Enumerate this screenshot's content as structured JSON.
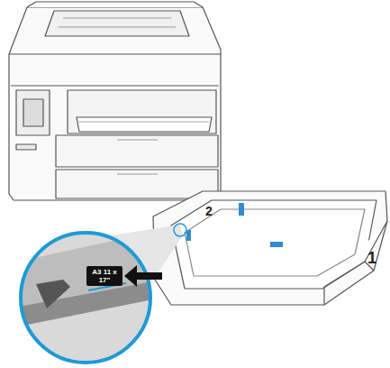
{
  "diagram": {
    "nodes": [
      {
        "text": [
          "A3 11 x 17\""
        ]
      }
    ],
    "labels": [
      "2",
      "1"
    ]
  }
}
